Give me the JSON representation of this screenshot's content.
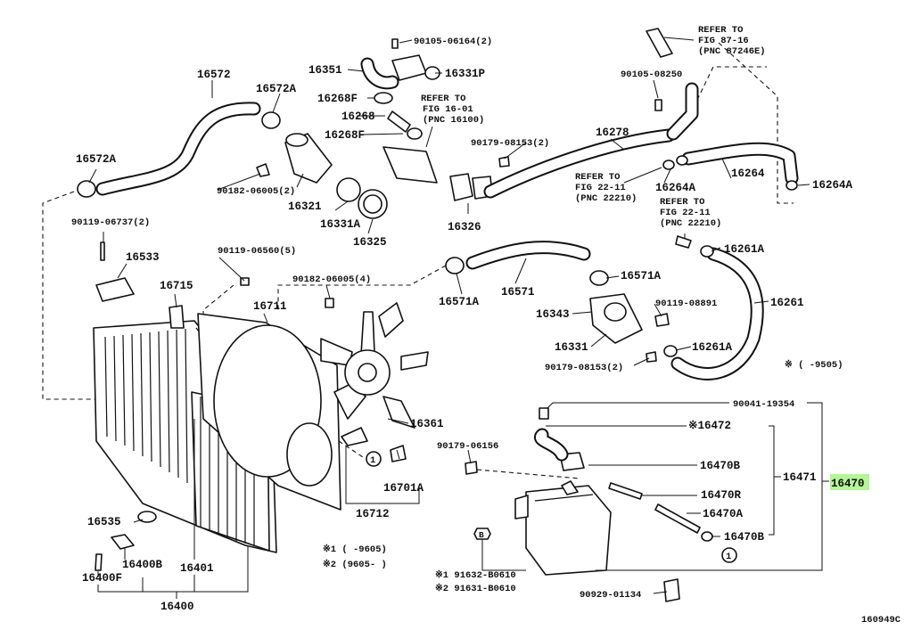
{
  "diagram": {
    "labels": {
      "p16572": "16572",
      "p16572A_top": "16572A",
      "p16572A_left": "16572A",
      "p16351": "16351",
      "p90105_06164": "90105-06164(2)",
      "p16331P": "16331P",
      "p16268F_a": "16268F",
      "p16268": "16268",
      "p16268F_b": "16268F",
      "p90182_06005_2": "90182-06005(2)",
      "p16321": "16321",
      "p16331A": "16331A",
      "p16325": "16325",
      "ref_1601_1": "REFER TO",
      "ref_1601_2": "FIG 16-01",
      "ref_1601_3": "(PNC 16100)",
      "p90179_08153_2a": "90179-08153(2)",
      "p16326": "16326",
      "ref_8716_1": "REFER TO",
      "ref_8716_2": "FIG 87-16",
      "ref_8716_3": "(PNC 87246E)",
      "p90105_08250": "90105-08250",
      "p16278": "16278",
      "ref_2211a_1": "REFER TO",
      "ref_2211a_2": "FIG 22-11",
      "ref_2211a_3": "(PNC 22210)",
      "p16264A_mid": "16264A",
      "p16264": "16264",
      "p16264A_right": "16264A",
      "ref_2211b_1": "REFER TO",
      "ref_2211b_2": "FIG 22-11",
      "ref_2211b_3": "(PNC 22210)",
      "p16261A_top": "16261A",
      "p16261": "16261",
      "p16261A_bot": "16261A",
      "p90119_06737": "90119-06737(2)",
      "p16533": "16533",
      "p90119_06560": "90119-06560(5)",
      "p16715": "16715",
      "p90182_06005_4": "90182-06005(4)",
      "p16711": "16711",
      "p16571A_a": "16571A",
      "p16571": "16571",
      "p16571A_b": "16571A",
      "p16343": "16343",
      "p90119_08891": "90119-08891",
      "p16331": "16331",
      "p90179_08153_2b": "90179-08153(2)",
      "note_9505": "※ (      -9505)",
      "p16361": "16361",
      "p16701A": "16701A",
      "p16712": "16712",
      "p90041_19354": "90041-19354",
      "p16472": "※16472",
      "p90179_06156": "90179-06156",
      "p16470B_a": "16470B",
      "p16471": "16471",
      "p16470": "16470",
      "p16470R": "16470R",
      "p16470A": "16470A",
      "p16470B_b": "16470B",
      "p16535": "16535",
      "p16400B": "16400B",
      "p16400F": "16400F",
      "p16401": "16401",
      "p16400": "16400",
      "note_1": "※1 (      -9605)",
      "note_2": "※2 (9605-      )",
      "p91632": "※1 91632-B0610",
      "p91631": "※2 91631-B0610",
      "p90929_01134": "90929-01134",
      "callout_1": "1",
      "callout_B": "B",
      "fig_code": "160949C"
    },
    "highlight_color": "#b4f59a"
  }
}
